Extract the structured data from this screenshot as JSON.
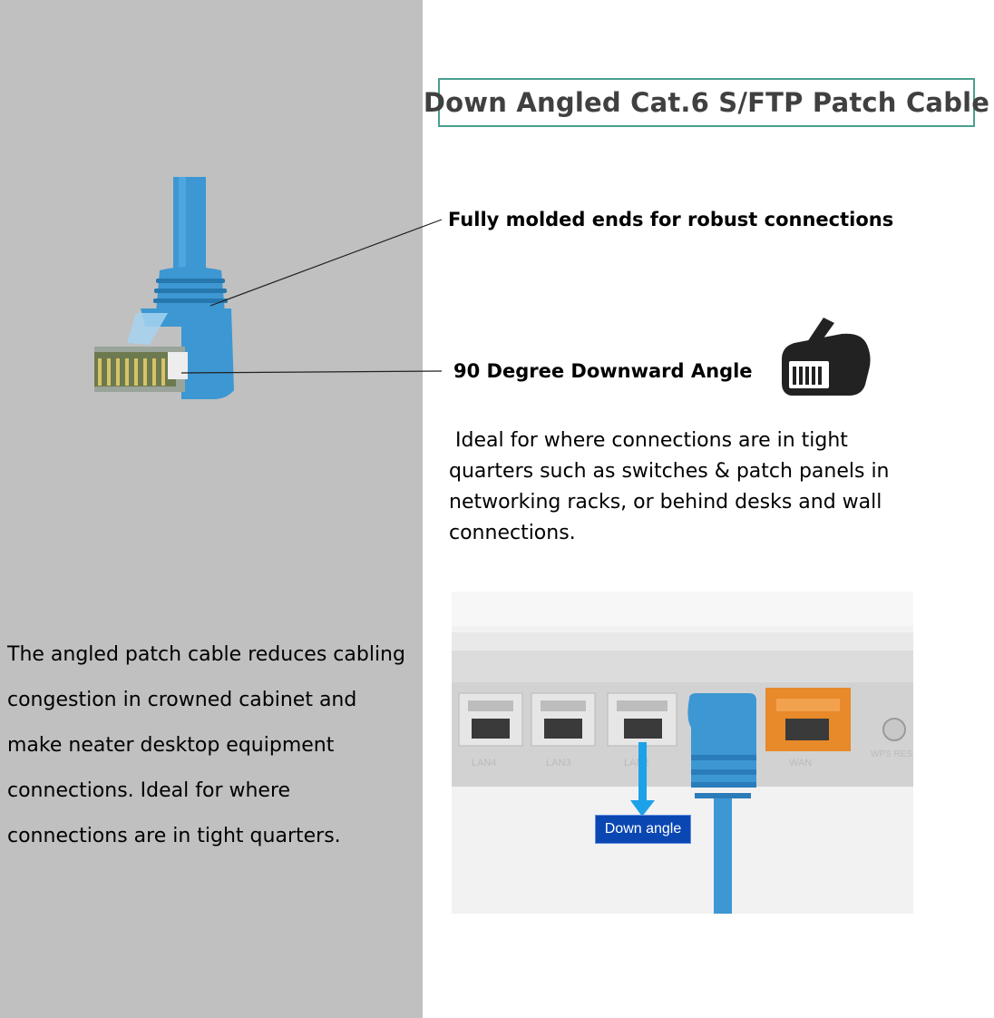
{
  "title": "Down Angled Cat.6 S/FTP Patch Cable",
  "features": [
    {
      "label": "Fully molded ends for robust connections"
    },
    {
      "label": "90 Degree Downward Angle",
      "icon": "rj45-plug-icon"
    }
  ],
  "description_lines": [
    " Ideal for where connections are in tight",
    "quarters such as switches & patch panels in",
    "networking racks, or behind desks and wall",
    "connections."
  ],
  "side_text_lines": [
    "The angled patch cable reduces cabling",
    "congestion in crowned cabinet and",
    "make neater desktop equipment",
    "connections. Ideal for where",
    "connections are in tight quarters."
  ],
  "photo": {
    "callout_label": "Down angle",
    "port_labels": [
      "LAN4",
      "LAN3",
      "LAN2",
      "WAN"
    ],
    "reset_label": "WPS RESET"
  },
  "colors": {
    "left_panel": "#c0c0c0",
    "title_border": "#4a9f8f",
    "cable_blue": "#3d97d3",
    "wan_orange": "#e8892a",
    "callout_bg": "#0a47b3"
  }
}
